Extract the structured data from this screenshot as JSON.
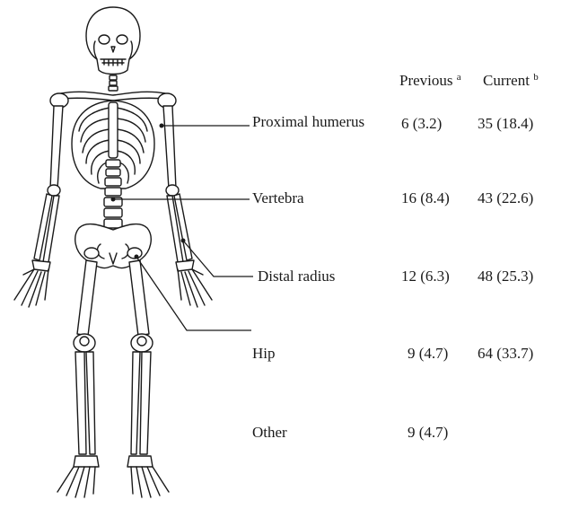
{
  "columns": {
    "previous": {
      "label": "Previous",
      "footnote": "a"
    },
    "current": {
      "label": "Current",
      "footnote": "b"
    }
  },
  "sites": [
    {
      "name": "Proximal humerus",
      "previous": "6 (3.2)",
      "current": "35 (18.4)"
    },
    {
      "name": "Vertebra",
      "previous": "16 (8.4)",
      "current": "43 (22.6)"
    },
    {
      "name": "Distal radius",
      "previous": "12 (6.3)",
      "current": "48 (25.3)"
    },
    {
      "name": "Hip",
      "previous": "9 (4.7)",
      "current": "64 (33.7)"
    },
    {
      "name": "Other",
      "previous": "9 (4.7)",
      "current": ""
    }
  ],
  "colors": {
    "line": "#1a1a1a",
    "bone_fill": "#ffffff"
  }
}
